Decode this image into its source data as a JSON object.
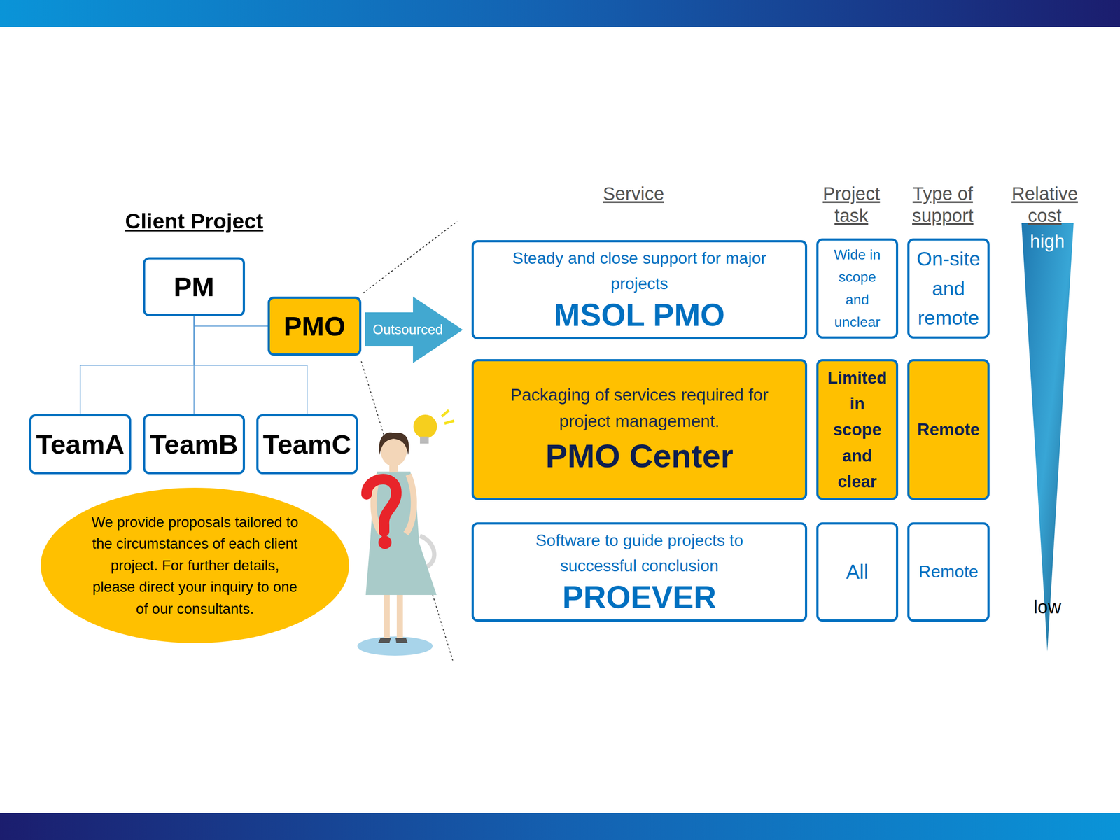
{
  "diagram": {
    "nodes": [
      {
        "text": [
          "PM"
        ]
      },
      {
        "text": [
          "PMO"
        ]
      },
      {
        "text": [
          "Outsourced"
        ]
      },
      {
        "text": [
          "TeamA"
        ]
      },
      {
        "text": [
          "TeamB"
        ]
      },
      {
        "text": [
          "TeamC"
        ]
      },
      {
        "text": [
          "We provide proposals tailored to the circumstances of each client project. For further details, please direct your inquiry to one of our consultants."
        ]
      },
      {
        "text": [
          "Steady and close support for major projects",
          "MSOL PMO"
        ]
      },
      {
        "text": [
          "Wide in scope and unclear"
        ]
      },
      {
        "text": [
          "On-site and remote"
        ]
      },
      {
        "text": [
          "Packaging of services required for project management.",
          "PMO Center"
        ]
      },
      {
        "text": [
          "Limited in scope and clear"
        ]
      },
      {
        "text": [
          "Remote"
        ]
      },
      {
        "text": [
          "Software to guide projects to successful conclusion",
          "PROEVER"
        ]
      },
      {
        "text": [
          "All"
        ]
      },
      {
        "text": [
          "Remote"
        ]
      }
    ],
    "edges": [
      {
        "from": 0,
        "to": 1,
        "arrow": "none"
      },
      {
        "from": 0,
        "to": 3,
        "arrow": "none"
      },
      {
        "from": 0,
        "to": 4,
        "arrow": "none"
      },
      {
        "from": 0,
        "to": 5,
        "arrow": "none"
      }
    ],
    "labels": [
      "Client Project",
      "Service",
      "Project task",
      "Type of support",
      "Relative cost",
      "high",
      "low"
    ]
  }
}
